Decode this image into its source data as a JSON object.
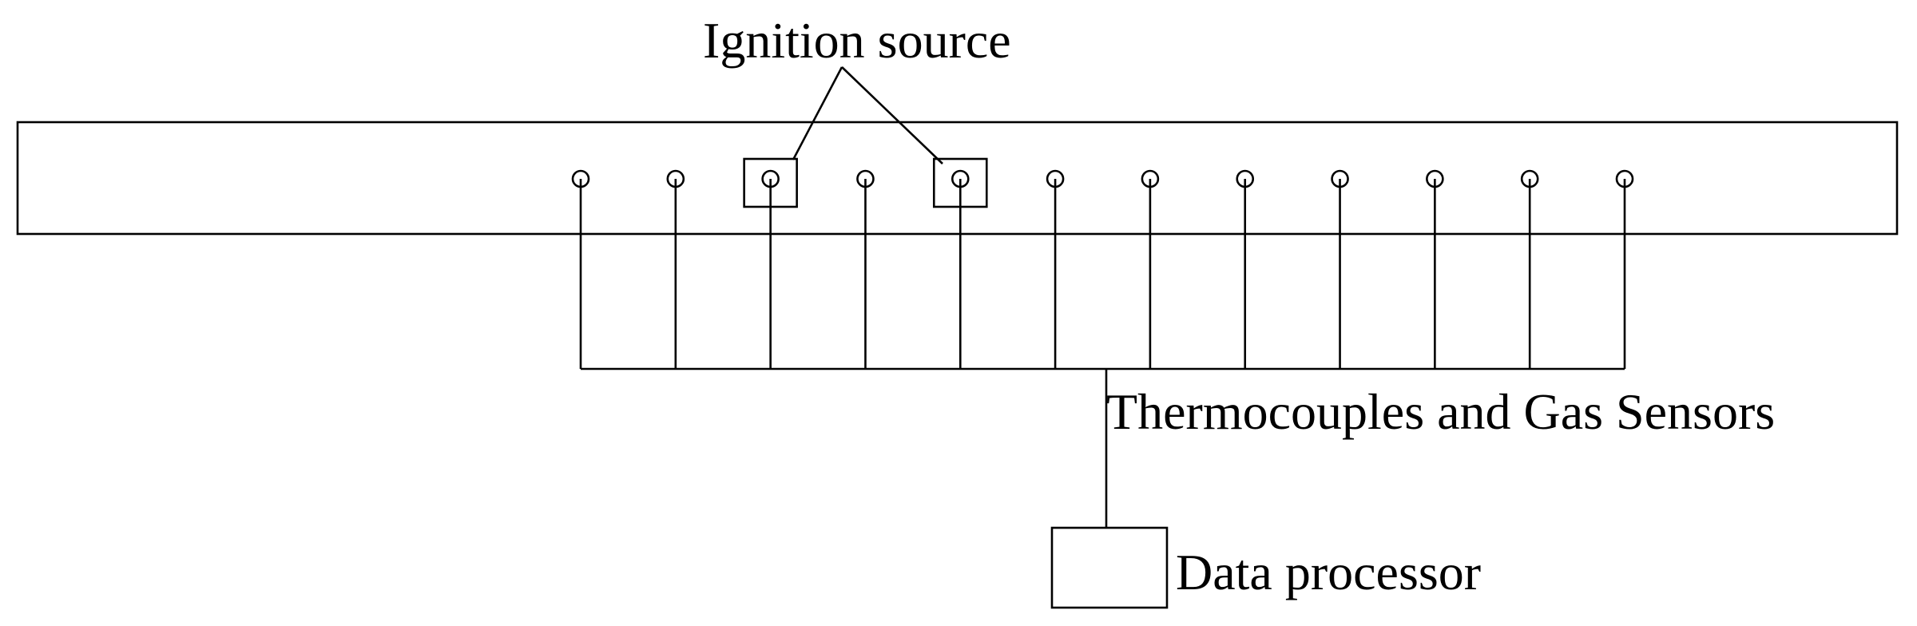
{
  "labels": {
    "ignition_source": "Ignition source",
    "sensors": "Thermocouples and Gas Sensors",
    "data_processor": "Data processor"
  },
  "sensor_count": 12,
  "ignition_sensor_indices": [
    2,
    4
  ],
  "colors": {
    "line": "#000000",
    "background": "#ffffff"
  }
}
